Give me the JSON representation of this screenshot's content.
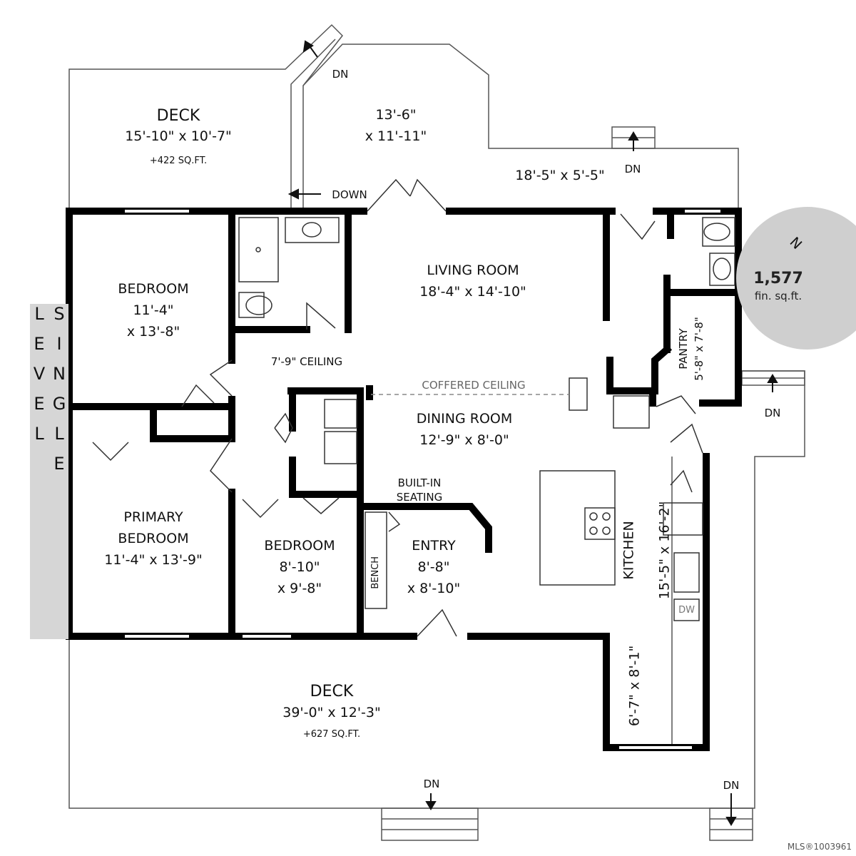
{
  "level_label": "SINGLE LEVEL",
  "total_area": {
    "value": "1,577",
    "unit": "fin. sq.ft."
  },
  "compass": {
    "label": "N"
  },
  "rooms": {
    "deck_top": {
      "name": "DECK",
      "dims": "15'-10\" x 10'-7\"",
      "area": "+422 SQ.FT."
    },
    "bay_deck": {
      "dims_line1": "13'-6\"",
      "dims_line2": "x 11'-11\""
    },
    "side_deck": {
      "dims": "18'-5\" x 5'-5\""
    },
    "living": {
      "name": "LIVING ROOM",
      "dims": "18'-4\" x 14'-10\""
    },
    "bedroom_nw": {
      "name": "BEDROOM",
      "dims_line1": "11'-4\"",
      "dims_line2": "x 13'-8\""
    },
    "pantry": {
      "name": "PANTRY",
      "dims": "5'-8\" x 7'-8\""
    },
    "dining": {
      "name": "DINING ROOM",
      "dims": "12'-9\" x 8'-0\""
    },
    "primary": {
      "name_line1": "PRIMARY",
      "name_line2": "BEDROOM",
      "dims": "11'-4\" x 13'-9\""
    },
    "bedroom_s": {
      "name": "BEDROOM",
      "dims_line1": "8'-10\"",
      "dims_line2": "x 9'-8\""
    },
    "entry": {
      "name": "ENTRY",
      "dims_line1": "8'-8\"",
      "dims_line2": "x 8'-10\""
    },
    "kitchen": {
      "name": "KITCHEN",
      "dims": "15'-5\" x 16'-2\""
    },
    "nook": {
      "dims": "6'-7\" x 8'-1\""
    },
    "deck_bottom": {
      "name": "DECK",
      "dims": "39'-0\" x 12'-3\"",
      "area": "+627 SQ.FT."
    }
  },
  "notes": {
    "ceiling": "7'-9\" CEILING",
    "coffered": "COFFERED CEILING",
    "builtin_line1": "BUILT-IN",
    "builtin_line2": "SEATING",
    "bench": "BENCH",
    "dw": "DW",
    "down": "DOWN",
    "dn": "DN"
  },
  "watermark": "MLS®1003961"
}
